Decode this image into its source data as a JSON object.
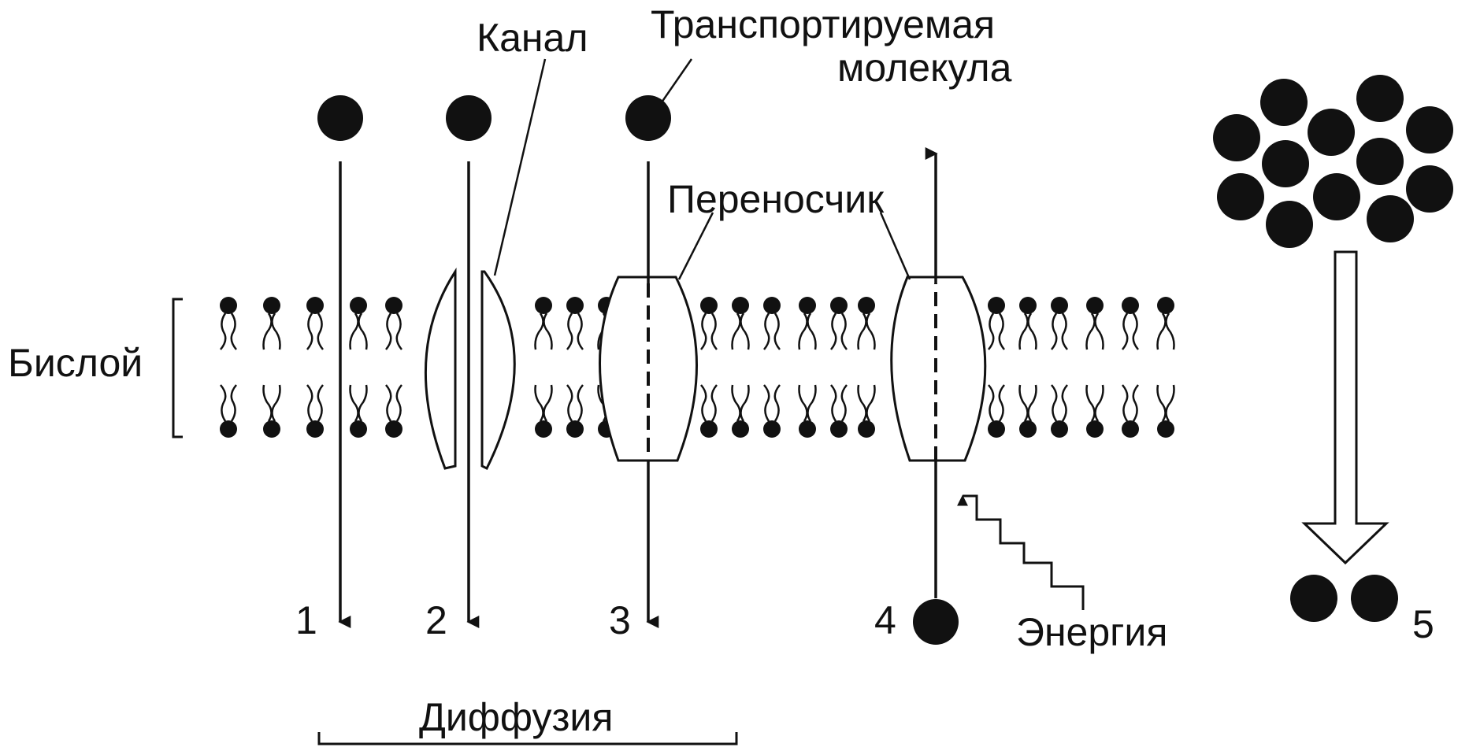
{
  "labels": {
    "kanal": "Канал",
    "transport_line1": "Транспортируемая",
    "transport_line2": "молекула",
    "perenoschik": "Переносчик",
    "bisloi": "Бислой",
    "energiya": "Энергия",
    "diffuziya": "Диффузия",
    "n1": "1",
    "n2": "2",
    "n3": "3",
    "n4": "4",
    "n5": "5"
  },
  "colors": {
    "ink": "#111111",
    "background": "#ffffff"
  }
}
